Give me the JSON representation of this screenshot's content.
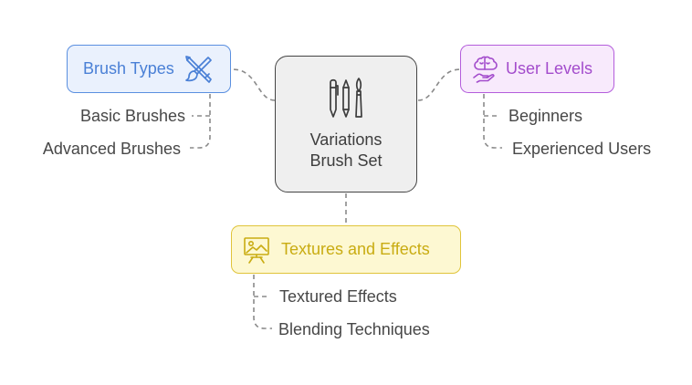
{
  "center": {
    "title": [
      "Variations",
      "Brush Set"
    ]
  },
  "branches": {
    "brush_types": {
      "label": "Brush Types",
      "icon": "paintbrush-pencil-icon",
      "color": "#4a80d6",
      "children": [
        "Basic Brushes",
        "Advanced Brushes"
      ]
    },
    "user_levels": {
      "label": "User Levels",
      "icon": "brain-hand-icon",
      "color": "#a34ccc",
      "children": [
        "Beginners",
        "Experienced Users"
      ]
    },
    "textures": {
      "label": "Textures and Effects",
      "icon": "easel-image-icon",
      "color": "#c9ac12",
      "children": [
        "Textured Effects",
        "Blending Techniques"
      ]
    }
  },
  "colors": {
    "connector": "#888888",
    "center_border": "#444444"
  }
}
